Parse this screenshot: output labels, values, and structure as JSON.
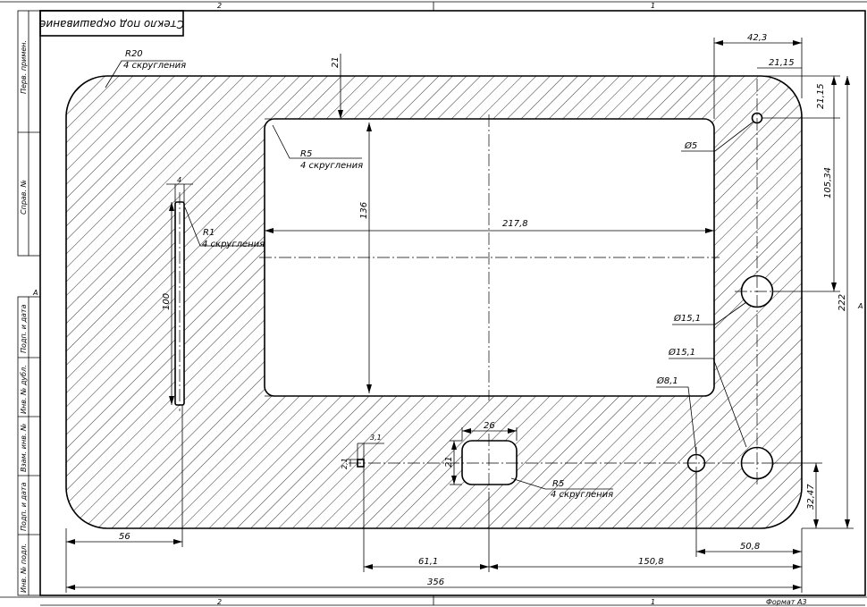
{
  "title": "Стекло под окрашивание",
  "format": "Формат А3",
  "zones": {
    "top_left": "2",
    "top_right": "1",
    "bottom_left": "2",
    "bottom_right": "1",
    "left_mark": "А",
    "right_mark": "А"
  },
  "side_labels": [
    "Перв. примен.",
    "Справ. №",
    "Подп. и дата",
    "Инв. № дубл.",
    "Взам. инв. №",
    "Подп. и дата",
    "Инв. № подл."
  ],
  "dims": {
    "outer_radius": "R20",
    "outer_radius_note": "4 скругления",
    "top_margin": "21",
    "window_radius": "R5",
    "window_radius_note": "4 скругления",
    "window_height": "136",
    "window_width": "217,8",
    "slot_width": "4",
    "slot_radius": "R1",
    "slot_radius_note": "4 скругления",
    "slot_length": "100",
    "left_offset": "56",
    "hole_a_offset": "42,3",
    "hole_a_offset2": "21,15",
    "hole_a_top": "21,15",
    "hole_a_diameter": "Ø5",
    "hole_spacing": "105,34",
    "total_height": "222",
    "hole_b_diameter": "Ø15,1",
    "hole_c_diameter": "Ø15,1",
    "hole_d_diameter": "Ø8,1",
    "pocket_width": "26",
    "pocket_height": "21",
    "pocket_radius": "R5",
    "pocket_radius_note": "4 скругления",
    "small_feature_w": "3,1",
    "small_feature_h": "2,1",
    "bottom_hole_height": "32,47",
    "bottom_hole_offset": "50,8",
    "dist_61": "61,1",
    "dist_150": "150,8",
    "total_width": "356"
  }
}
